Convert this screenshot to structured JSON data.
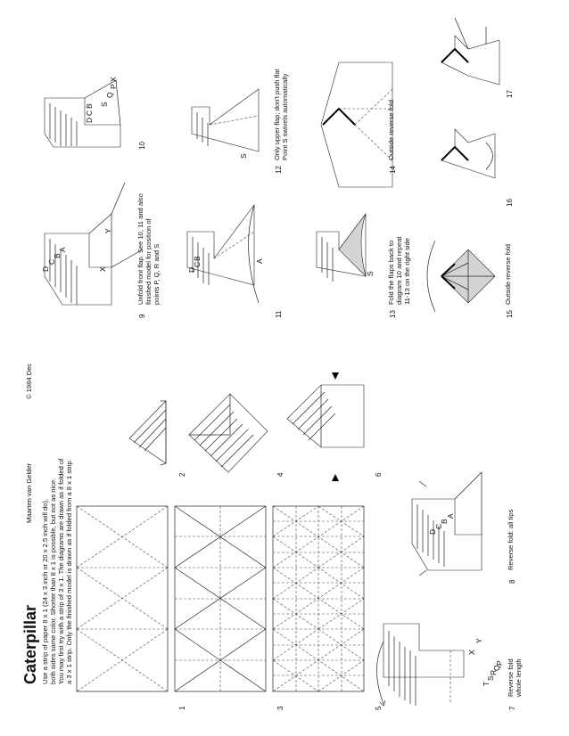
{
  "title": "Caterpillar",
  "author": "Maarten van Gelder",
  "copyright": "© 1984 Dec",
  "intro": [
    "Use a strip of paper 8 x 1 (24 x 3 inch or 20 x 2.5 inch will do),",
    "both sides same color. Shorter than 8 x 1 is possible, but not as nice.",
    "You may first try with a strip of 3 x 1. The diagrams are drawn as if folded of",
    "a 3 x 1 strip. Only the finished model is drawn as if folded from a 8 x 1 strip."
  ],
  "steps": {
    "s1": "1",
    "s2": "2",
    "s3": "3",
    "s4": "4",
    "s5": "5",
    "s6": "6",
    "s7": "7",
    "s8": "8",
    "s9": "9",
    "s10": "10",
    "s11": "11",
    "s12": "12",
    "s13": "13",
    "s14": "14",
    "s15": "15",
    "s16": "16",
    "s17": "17"
  },
  "captions": {
    "c7a": "Reverse fold",
    "c7b": "whole length",
    "c8": "Reverse fold: all tips",
    "c9a": "Unfold front flap. See 10, 11 and also",
    "c9b": "finished model for position of",
    "c9c": "points P, Q, R and S",
    "c12a": "Only upper flap; don't push flat",
    "c12b": "Point S swivels automatically",
    "c13a": "Fold the flaps back to",
    "c13b": "diagram 10 and repeat",
    "c13c": "11-13 on the right side",
    "c14": "Outside reverse fold",
    "c15": "Outside reverse fold"
  },
  "labels": {
    "X": "X",
    "Y": "Y",
    "T": "T",
    "S": "S",
    "R": "R",
    "Q": "Q",
    "P": "P",
    "A": "A",
    "B": "B",
    "C": "C",
    "D": "D"
  }
}
